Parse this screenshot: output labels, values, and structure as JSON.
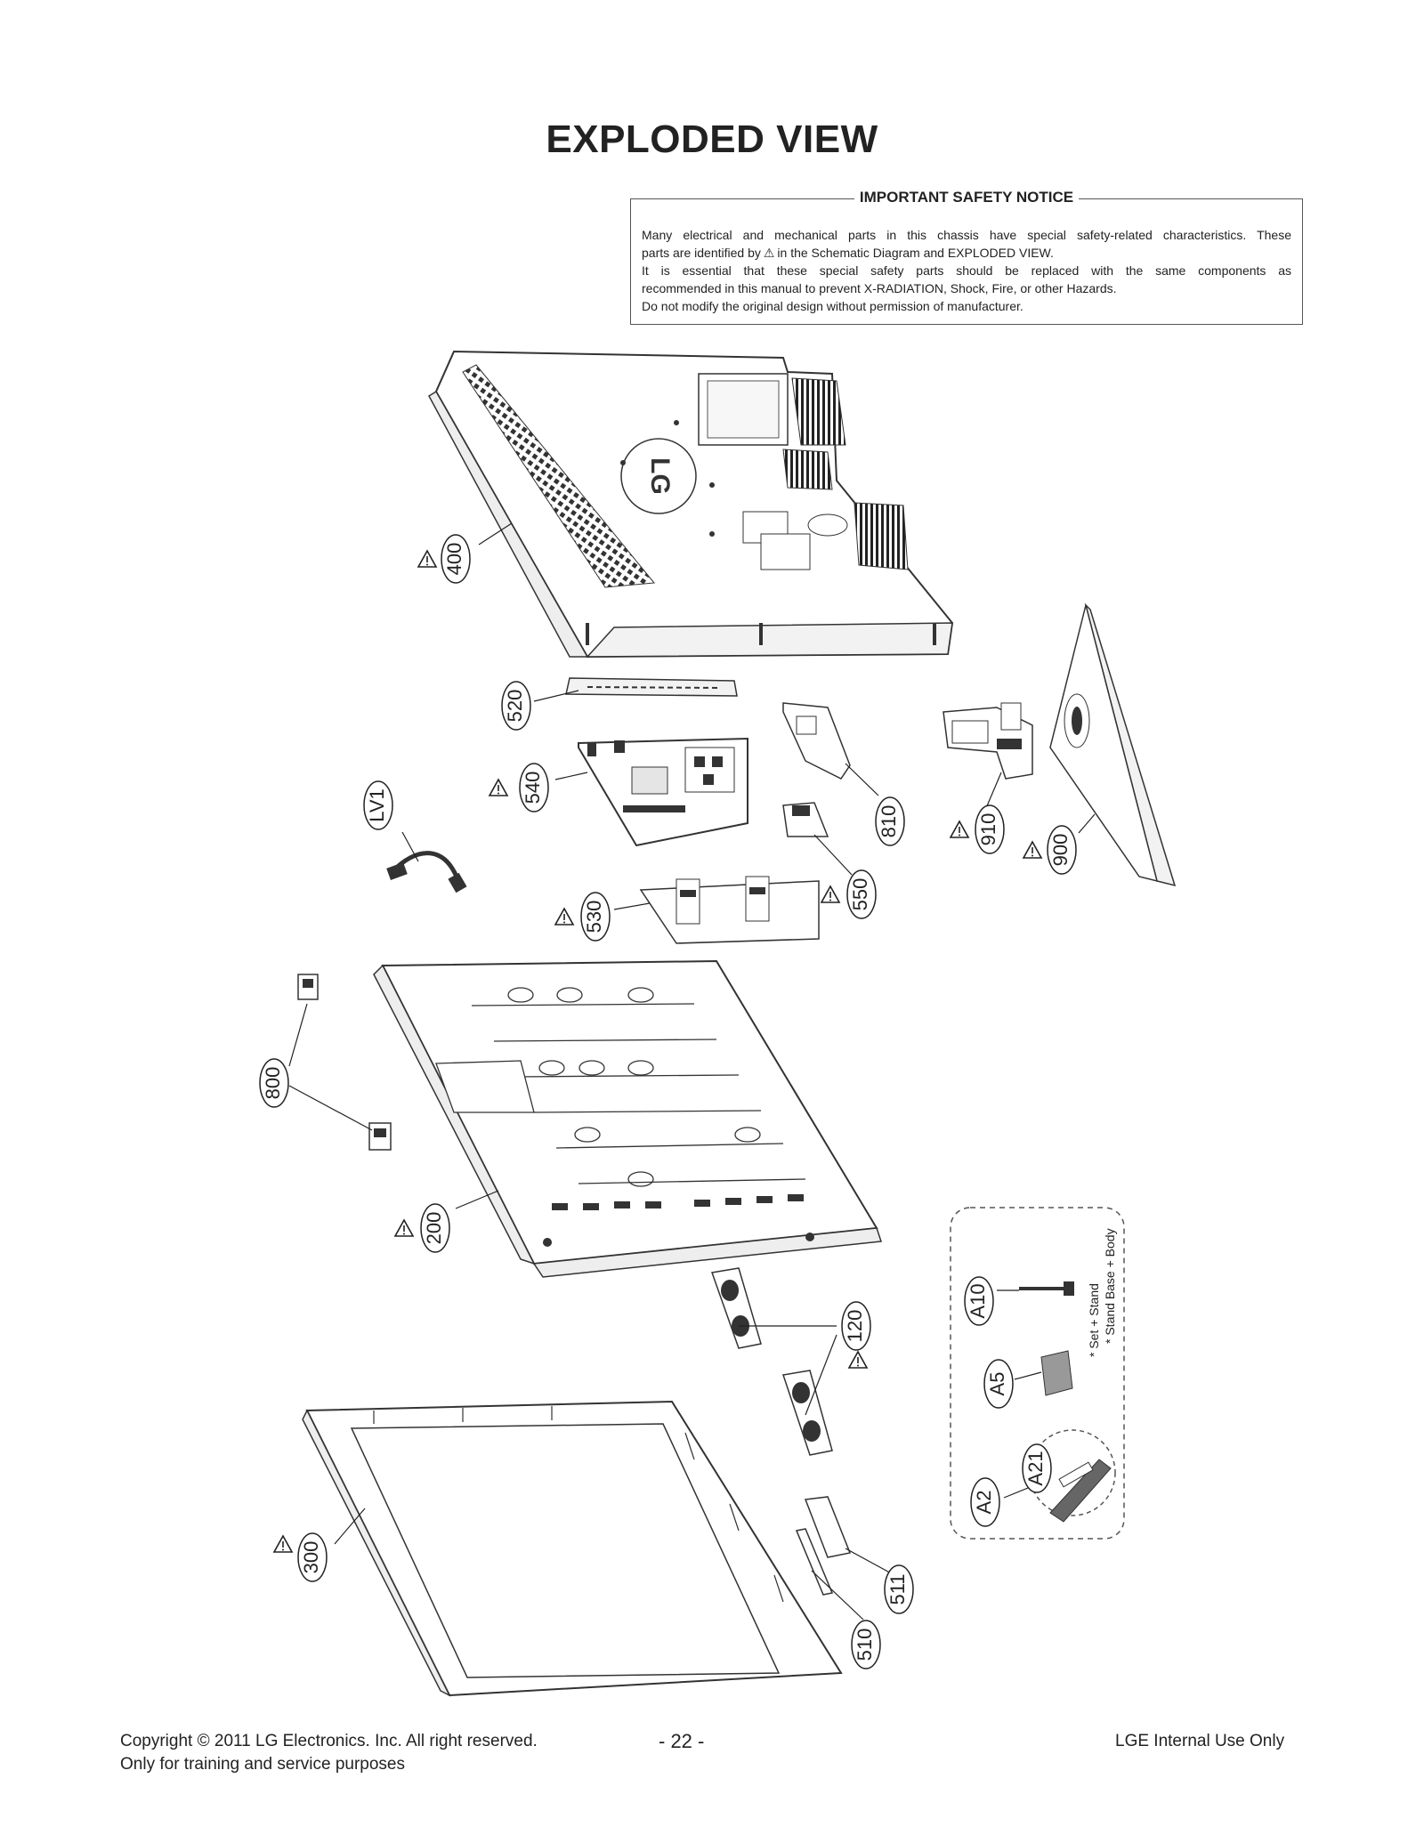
{
  "title": "EXPLODED VIEW",
  "notice": {
    "title": "IMPORTANT SAFETY NOTICE",
    "line1": "Many electrical and mechanical parts in this chassis have special safety-related characteristics. These",
    "line2a": "parts are identified by",
    "line2b": "in the Schematic Diagram and EXPLODED VIEW.",
    "line3": "It is essential that these special safety parts should be replaced with the same components as",
    "line4": "recommended in this manual to prevent X-RADIATION, Shock, Fire, or other Hazards.",
    "line5": "Do not modify the original design without permission of manufacturer."
  },
  "back_cover_logo": "LG",
  "parts": {
    "p400": "400",
    "p520": "520",
    "p540": "540",
    "pLV1": "LV1",
    "p810": "810",
    "p910": "910",
    "p900": "900",
    "p550": "550",
    "p530": "530",
    "p800": "800",
    "p200": "200",
    "p120": "120",
    "p300": "300",
    "p510": "510",
    "p511": "511",
    "pA10": "A10",
    "pA5": "A5",
    "pA2": "A2",
    "pA21": "A21"
  },
  "accessory_note": {
    "line1": "* Set + Stand",
    "line2": "* Stand Base + Body"
  },
  "footer": {
    "copyright": "Copyright  © 2011 LG Electronics. Inc. All right reserved.",
    "purpose": "Only for training and service purposes",
    "page": "- 22 -",
    "internal": "LGE Internal Use Only"
  }
}
